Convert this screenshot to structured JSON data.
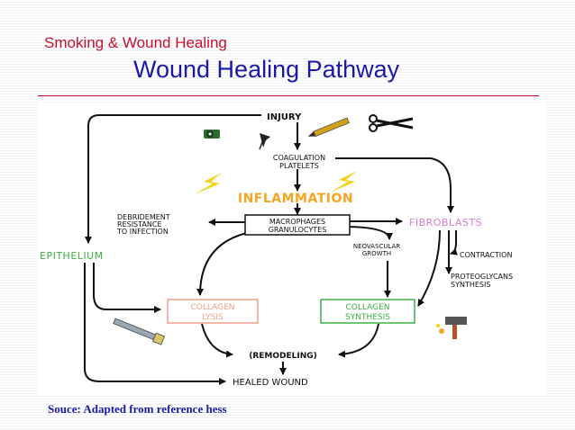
{
  "slide": {
    "subtitle": "Smoking & Wound Healing",
    "title": "Wound Healing Pathway",
    "source": "Souce: Adapted from reference hess"
  },
  "diagram": {
    "injury": "INJURY",
    "coagulation_line1": "COAGULATION",
    "coagulation_line2": "PLATELETS",
    "inflammation": "INFLAMMATION",
    "debridement_line1": "DEBRIDEMENT",
    "debridement_line2": "RESISTANCE",
    "debridement_line3": "TO INFECTION",
    "macrophages_line1": "MACROPHAGES",
    "macrophages_line2": "GRANULOCYTES",
    "fibroblasts": "FIBROBLASTS",
    "epithelium": "EPITHELIUM",
    "neovascular_line1": "NEOVASCULAR",
    "neovascular_line2": "GROWTH",
    "contraction": "CONTRACTION",
    "proteoglycans_line1": "PROTEOGLYCANS",
    "proteoglycans_line2": "SYNTHESIS",
    "collagen_lysis_line1": "COLLAGEN",
    "collagen_lysis_line2": "LYSIS",
    "collagen_synthesis_line1": "COLLAGEN",
    "collagen_synthesis_line2": "SYNTHESIS",
    "remodeling": "(REMODELING)",
    "healed_wound": "HEALED WOUND"
  },
  "icons": [
    "cigarette-icon",
    "scissors-icon",
    "push-pin-icon",
    "pen-icon",
    "lightning-bolt-icon",
    "file-tool-icon",
    "hammer-icon"
  ],
  "colors": {
    "subtitle": "#c8102e",
    "title": "#1a1aa6",
    "inflammation": "#f5a623",
    "fibroblasts": "#d97ad0",
    "epithelium": "#3cb044",
    "collagen_lysis": "#f2a08a",
    "collagen_synthesis": "#3cb044",
    "lightning": "#f2d21b"
  }
}
